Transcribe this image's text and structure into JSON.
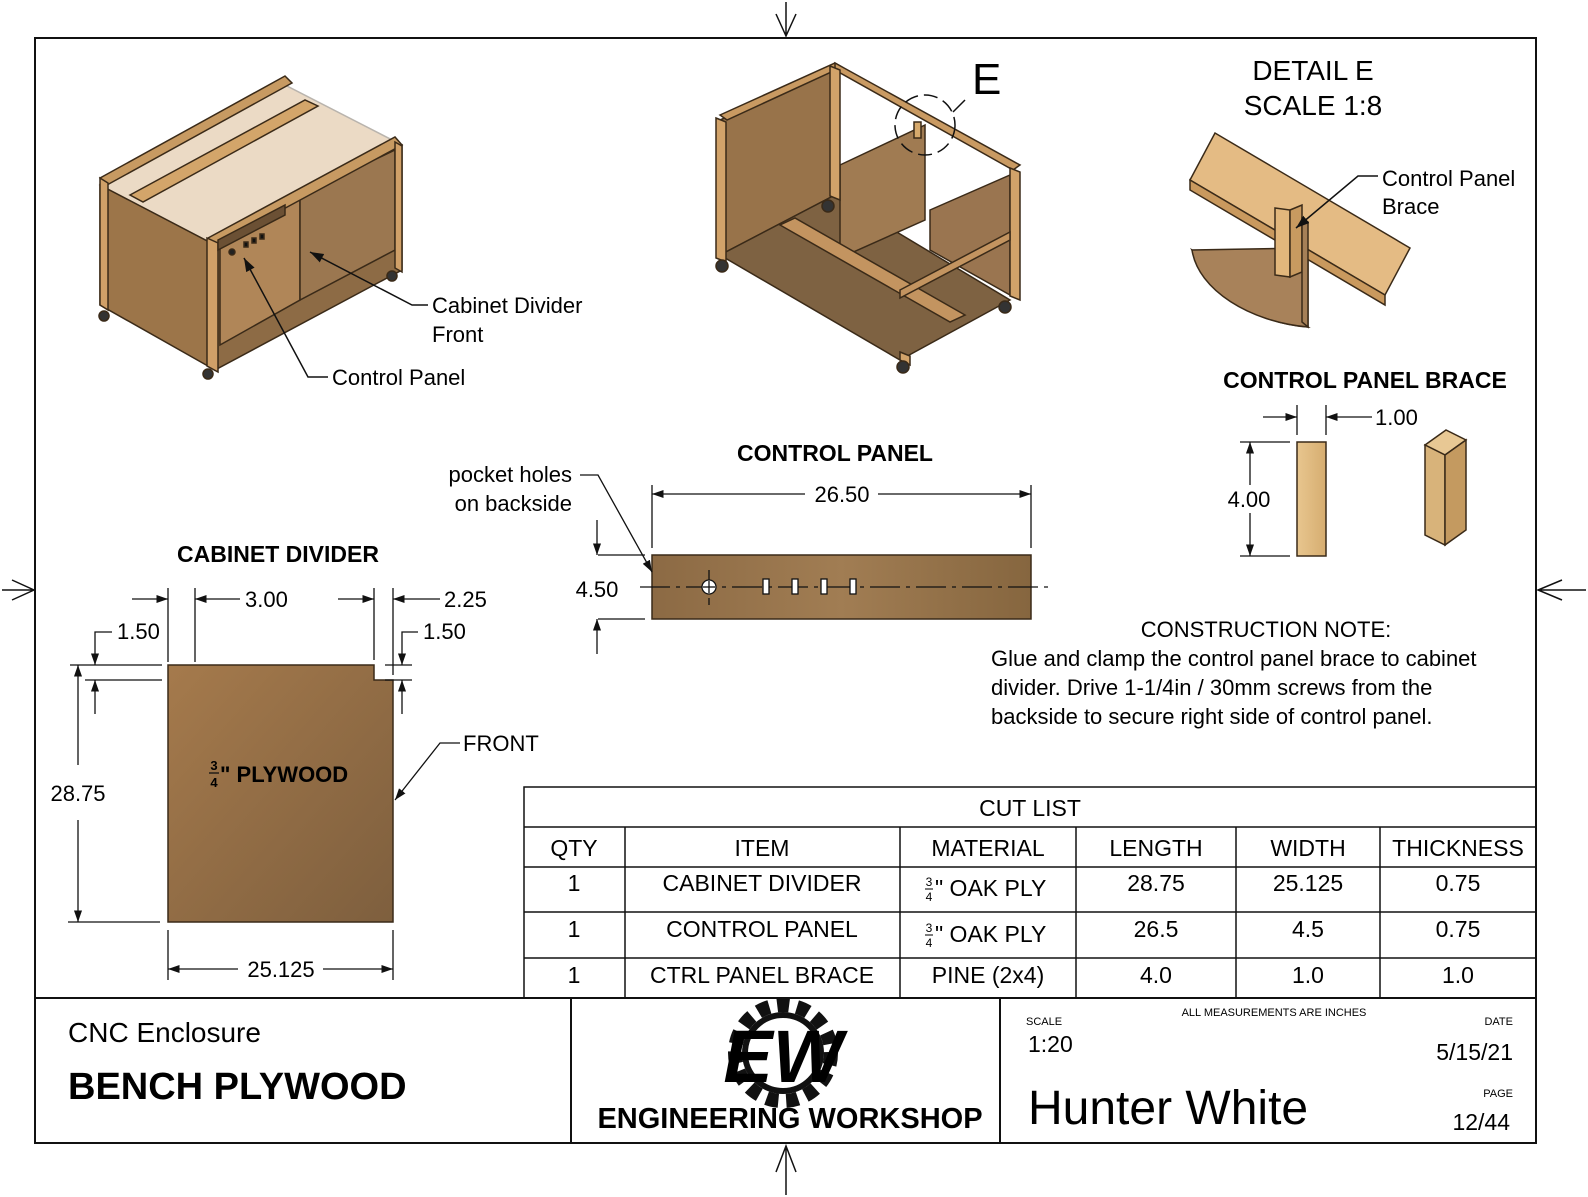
{
  "iso_views": {
    "left_callouts": {
      "cabinet_divider_front_line1": "Cabinet Divider",
      "cabinet_divider_front_line2": "Front",
      "control_panel": "Control Panel"
    },
    "detail_marker": "E"
  },
  "detail_e": {
    "title_line1": "DETAIL E",
    "title_line2": "SCALE 1:8",
    "callout_line1": "Control Panel",
    "callout_line2": "Brace"
  },
  "control_panel_brace": {
    "title": "CONTROL PANEL BRACE",
    "width_dim": "1.00",
    "height_dim": "4.00"
  },
  "control_panel": {
    "title": "CONTROL PANEL",
    "length_dim": "26.50",
    "height_dim": "4.50",
    "note_line1": "pocket holes",
    "note_line2": "on backside"
  },
  "cabinet_divider": {
    "title": "CABINET DIVIDER",
    "dims": {
      "notch_left_offset": "1.50",
      "notch_left_width": "3.00",
      "notch_right_width": "2.25",
      "notch_right_depth": "1.50",
      "height": "28.75",
      "width": "25.125"
    },
    "material_fraction_num": "3",
    "material_fraction_den": "4",
    "material_label": "\" PLYWOOD",
    "front_label": "FRONT"
  },
  "construction_note": {
    "title": "CONSTRUCTION NOTE:",
    "lines": [
      "Glue and clamp the control panel brace to cabinet",
      "divider. Drive 1-1/4in / 30mm screws from the",
      "backside to secure right side of control panel."
    ]
  },
  "cut_list": {
    "title": "CUT LIST",
    "headers": [
      "QTY",
      "ITEM",
      "MATERIAL",
      "LENGTH",
      "WIDTH",
      "THICKNESS"
    ],
    "rows": [
      {
        "qty": "1",
        "item": "CABINET DIVIDER",
        "mat_num": "3",
        "mat_den": "4",
        "material": "\" OAK PLY",
        "length": "28.75",
        "width": "25.125",
        "thickness": "0.75"
      },
      {
        "qty": "1",
        "item": "CONTROL PANEL",
        "mat_num": "3",
        "mat_den": "4",
        "material": "\" OAK PLY",
        "length": "26.5",
        "width": "4.5",
        "thickness": "0.75"
      },
      {
        "qty": "1",
        "item": "CTRL PANEL BRACE",
        "mat_num": "",
        "mat_den": "",
        "material": "PINE (2x4)",
        "length": "4.0",
        "width": "1.0",
        "thickness": "1.0"
      }
    ]
  },
  "title_block": {
    "project": "CNC Enclosure",
    "part": "BENCH PLYWOOD",
    "logo_text": "EW",
    "company": "ENGINEERING WORKSHOP",
    "scale_label": "SCALE",
    "scale_value": "1:20",
    "measure_note": "ALL MEASUREMENTS ARE INCHES",
    "date_label": "DATE",
    "date_value": "5/15/21",
    "author": "Hunter White",
    "page_label": "PAGE",
    "page_value": "12/44"
  },
  "colors": {
    "wood_light": "#d9a86a",
    "wood_mid": "#b8874f",
    "wood_dark": "#8a6a44",
    "plywood": "#8b6a48",
    "pine": "#e6c38e",
    "line": "#111111"
  }
}
